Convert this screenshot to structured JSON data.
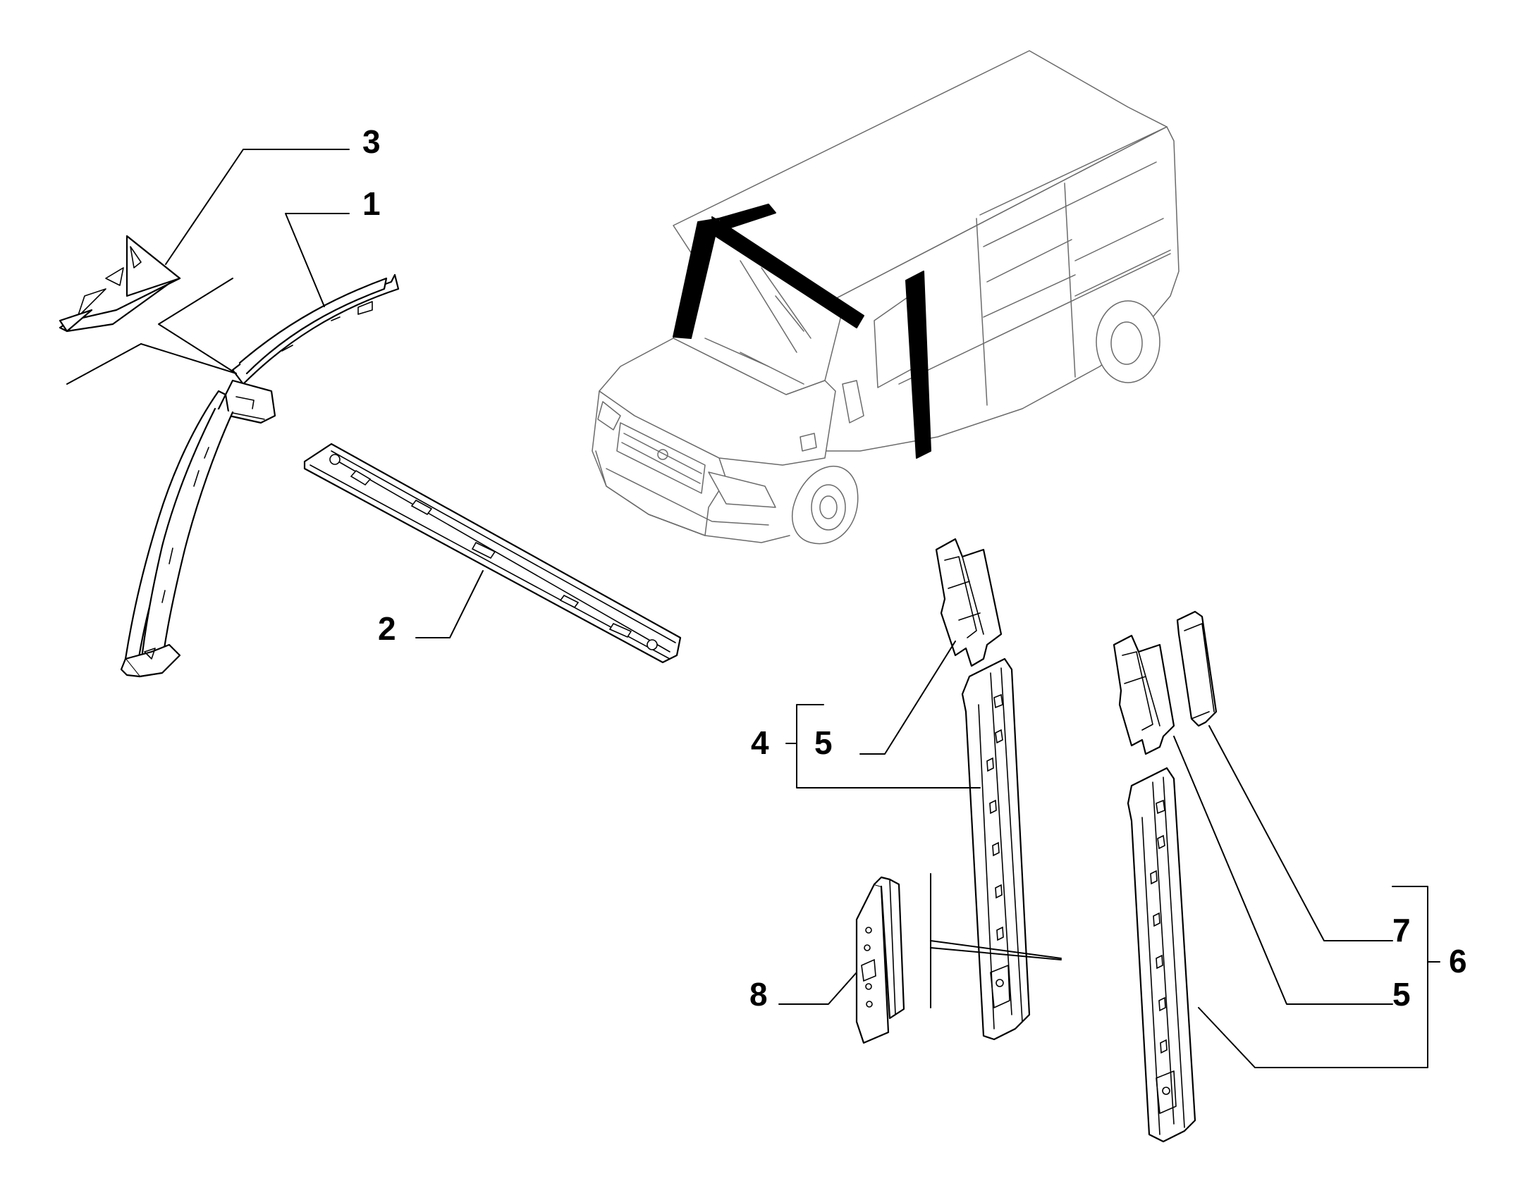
{
  "callouts": {
    "c1": "1",
    "c2": "2",
    "c3": "3",
    "c4": "4",
    "c5a": "5",
    "c5b": "5",
    "c6": "6",
    "c7": "7",
    "c8": "8"
  },
  "colors": {
    "line": "#000000",
    "van_outline": "#6a6a6a",
    "background": "#ffffff"
  }
}
